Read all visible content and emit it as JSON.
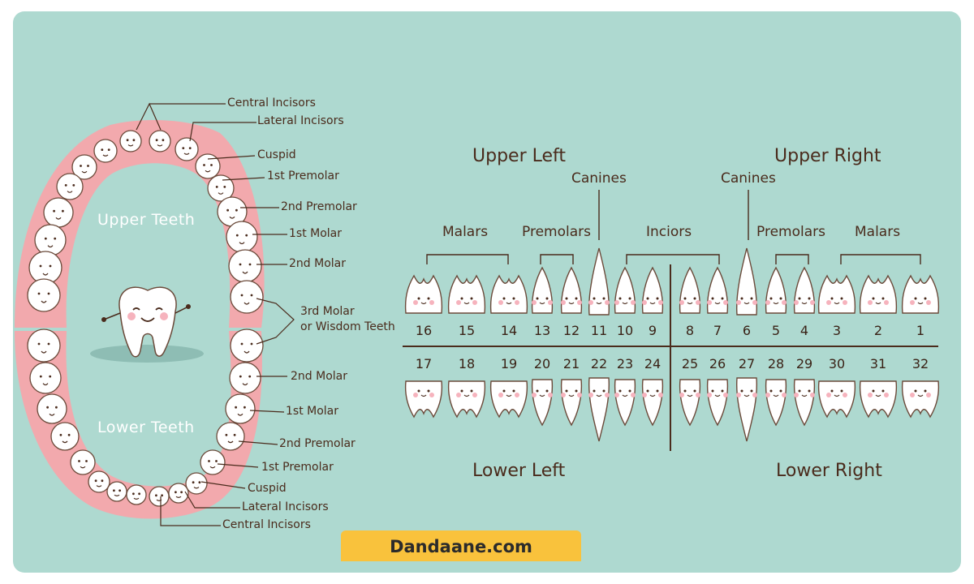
{
  "brand": {
    "text": "Dandaane.com",
    "color": "#f9c23c"
  },
  "colors": {
    "background": "#aed9d0",
    "gum": "#f2a9ad",
    "tooth": "#ffffff",
    "ink": "#4a2b1c",
    "cheek": "#f6b3bd"
  },
  "arch": {
    "upper_title": "Upper Teeth",
    "lower_title": "Lower Teeth",
    "upper_labels": [
      "Central Incisors",
      "Lateral Incisors",
      "Cuspid",
      "1st Premolar",
      "2nd Premolar",
      "1st Molar",
      "2nd Molar",
      "3rd Molar",
      "or Wisdom Teeth"
    ],
    "lower_labels": [
      "2nd Molar",
      "1st Molar",
      "2nd Premolar",
      "1st Premolar",
      "Cuspid",
      "Lateral Incisors",
      "Central Incisors"
    ]
  },
  "chart": {
    "quadrants": {
      "upper_left": "Upper Left",
      "upper_right": "Upper Right",
      "lower_left": "Lower Left",
      "lower_right": "Lower Right"
    },
    "groups": {
      "canines_left": "Canines",
      "canines_right": "Canines",
      "malars_left": "Malars",
      "premolars_left": "Premolars",
      "incisors": "Inciors",
      "premolars_right": "Premolars",
      "malars_right": "Malars"
    },
    "upper_numbers": [
      "16",
      "15",
      "14",
      "13",
      "12",
      "11",
      "10",
      "9",
      "8",
      "7",
      "6",
      "5",
      "4",
      "3",
      "2",
      "1"
    ],
    "lower_numbers": [
      "17",
      "18",
      "19",
      "20",
      "21",
      "22",
      "23",
      "24",
      "25",
      "26",
      "27",
      "28",
      "29",
      "30",
      "31",
      "32"
    ]
  }
}
